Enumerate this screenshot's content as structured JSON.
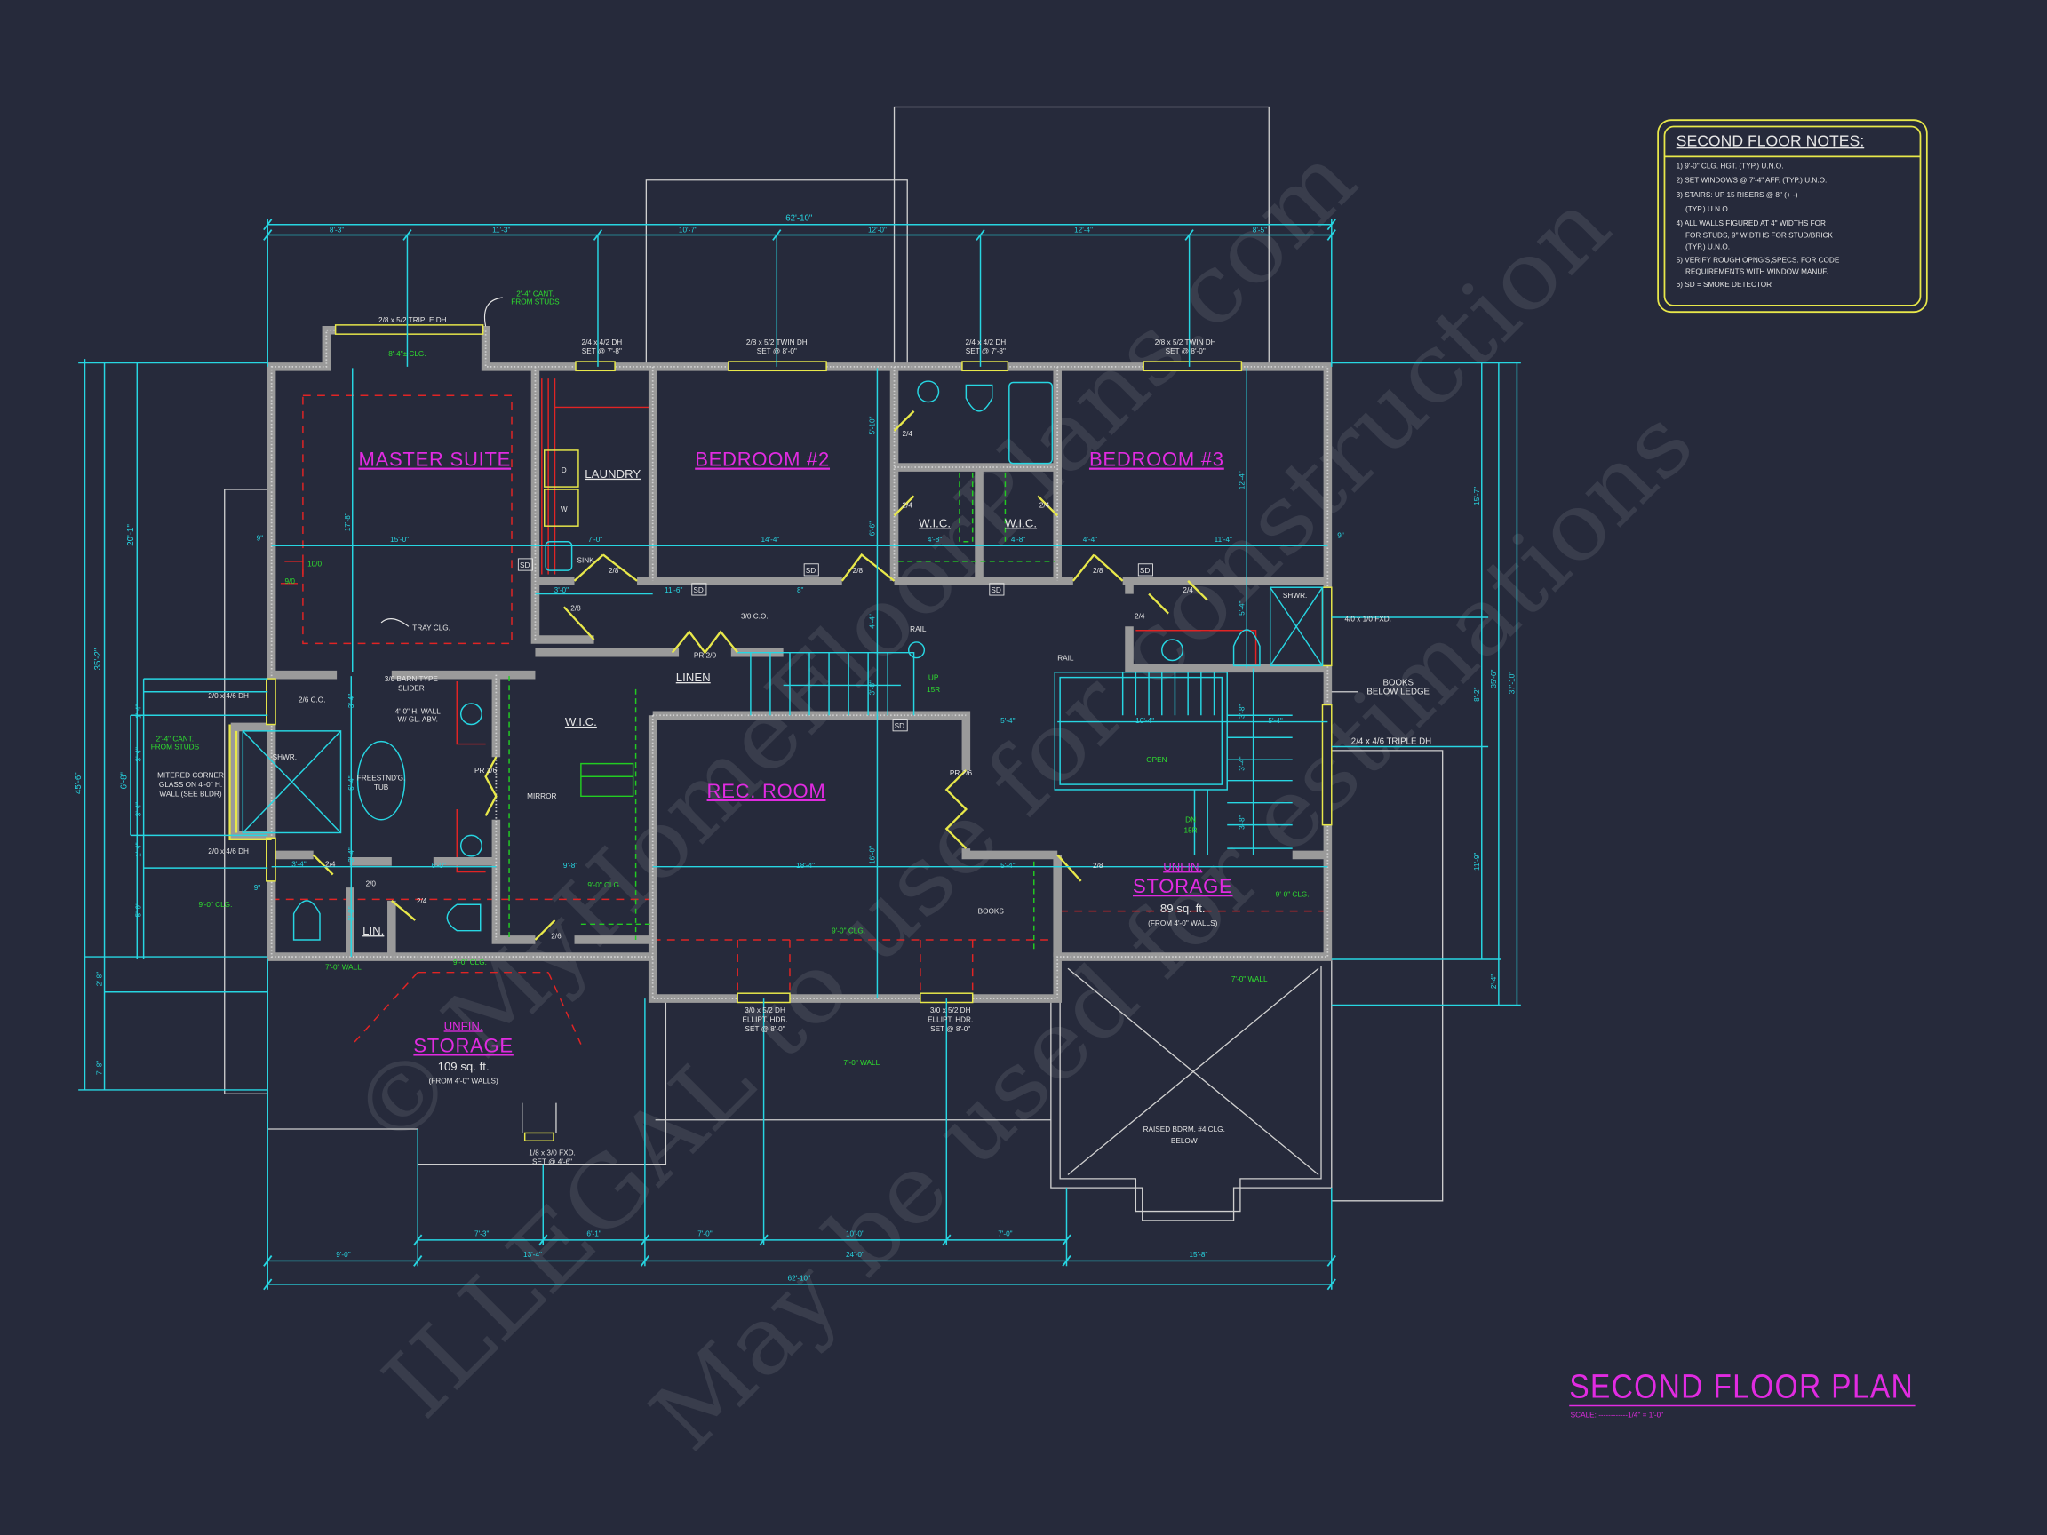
{
  "title": "SECOND FLOOR PLAN",
  "scale": "SCALE: ------------1/4\" = 1'-0\"",
  "notes": {
    "heading": "SECOND FLOOR NOTES:",
    "lines": [
      "1) 9'-0\"  CLG. HGT. (TYP.) U.N.O.",
      "2) SET WINDOWS @ 7'-4\" AFF. (TYP.) U.N.O.",
      "3) STAIRS: UP 15 RISERS @ 8\" (+ -)",
      "(TYP.) U.N.O.",
      "4) ALL WALLS FIGURED AT 4\" WIDTHS FOR",
      "FOR STUDS, 9\" WIDTHS FOR STUD/BRICK",
      "(TYP.) U.N.O.",
      "5) VERIFY ROUGH OPNG'S,SPECS. FOR CODE",
      "REQUIREMENTS WITH WINDOW MANUF.",
      "6) SD = SMOKE DETECTOR"
    ]
  },
  "rooms": {
    "master_suite": "MASTER SUITE",
    "laundry": "LAUNDRY",
    "bedroom2": "BEDROOM #2",
    "bedroom3": "BEDROOM #3",
    "wic_a": "W.I.C.",
    "wic_b": "W.I.C.",
    "wic_master": "W.I.C.",
    "linen": "LINEN",
    "rec_room": "REC. ROOM",
    "lin": "LIN.",
    "shower_master": "SHWR.",
    "shower_b3": "SHWR.",
    "storage_right": {
      "line1": "UNFIN.",
      "line2": "STORAGE",
      "area": "89 sq. ft.",
      "note": "(FROM 4'-0\" WALLS)"
    },
    "storage_left": {
      "line1": "UNFIN.",
      "line2": "STORAGE",
      "area": "109 sq. ft.",
      "note": "(FROM 4'-0\" WALLS)"
    }
  },
  "dimensions": {
    "top_overall": "62'-10\"",
    "top": [
      "8'-3\"",
      "11'-3\"",
      "10'-7\"",
      "12'-0\"",
      "12'-4\"",
      "8'-5\""
    ],
    "bottom_row1": [
      "7'-3\"",
      "6'-1\"",
      "7'-0\"",
      "10'-0\"",
      "7'-0\""
    ],
    "bottom_row2": [
      "9'-0\"",
      "13'-4\"",
      "24'-0\"",
      "15'-8\""
    ],
    "bottom_overall": "62'-10\"",
    "left": [
      "45'-6\"",
      "35'-2\"",
      "20'-1\"",
      "6'-8\"",
      "1'-4\"",
      "3'-4\"",
      "3'-4\"",
      "1'-4\"",
      "5'-9\"",
      "2'-8\"",
      "7'-8\""
    ],
    "right": [
      "15'-7\"",
      "8'-2\"",
      "11'-9\"",
      "35'-6\"",
      "2'-4\"",
      "37'-10\""
    ],
    "interior": [
      "15'-0\"",
      "7'-0\"",
      "14'-4\"",
      "4'-8\"",
      "4'-8\"",
      "4'-4\"",
      "11'-4\"",
      "9\"",
      "9\"",
      "3'-0\"",
      "11'-6\"",
      "8\"",
      "17'-8\"",
      "5'-10\"",
      "6'-6\"",
      "4'-4\"",
      "3'-8\"",
      "12'-4\"",
      "5'-4\"",
      "10'-4\"",
      "5'-4\"",
      "5'-4\"",
      "3'-8\"",
      "3'-4\"",
      "3'-8\"",
      "16'-0\"",
      "9'-8\"",
      "18'-4\"",
      "5'-4\"",
      "6'-0\"",
      "3'-4\"",
      "3'-4\"",
      "6'-4\"",
      "3'-4\"",
      "3'-0\"",
      "9\""
    ]
  },
  "windows": {
    "master_triple": "2/8 x 5/2 TRIPLE DH",
    "w1": [
      "2/4 x 4/2 DH",
      "SET @ 7'-8\""
    ],
    "w2": [
      "2/8 x 5/2 TWIN DH",
      "SET @ 8'-0\""
    ],
    "w3": [
      "2/4 x 4/2 DH",
      "SET @ 7'-8\""
    ],
    "w4": [
      "2/8 x 5/2 TWIN DH",
      "SET @ 8'-0\""
    ],
    "right_fixed": "4/0 x 1/0 FXD.",
    "right_triple": "2/4 x 4/6 TRIPLE DH",
    "left_dh_a": "2/0 x 4/6 DH",
    "left_dh_b": "2/0 x 4/6 DH",
    "bottom_a": [
      "3/0 x 5/2 DH",
      "ELLIPT. HDR.",
      "SET @ 8'-0\""
    ],
    "bottom_b": [
      "3/0 x 5/2 DH",
      "ELLIPT. HDR.",
      "SET @ 8'-0\""
    ],
    "storage_fixed": [
      "1/8 x 3/0 FXD.",
      "SET @ 4'-6\""
    ]
  },
  "green_notes": {
    "cant_top": [
      "2'-4\" CANT.",
      "FROM STUDS"
    ],
    "master_bay_clg": "8'-4\"± CLG.",
    "cant_left": [
      "2'-4\" CANT.",
      "FROM STUDS"
    ],
    "clg_a": "9'-0\" CLG.",
    "wall_a": "7'-0\" WALL",
    "clg_b": "9'-0\" CLG.",
    "clg_c": "9'-0\" CLG.",
    "clg_d": "9'-0\" CLG.",
    "clg_e": "9'-0\" CLG.",
    "wall_b": "7'-0\" WALL",
    "wall_c": "7'-0\" WALL",
    "open": "OPEN",
    "up": [
      "UP",
      "15R"
    ],
    "dn": [
      "DN",
      "15R"
    ],
    "win_10": "10/0",
    "win_9": "9/0"
  },
  "labels": {
    "dryer": "D",
    "washer": "W",
    "sink": "SINK",
    "tray": "TRAY CLG.",
    "barn": [
      "3/0 BARN TYPE",
      "SLIDER"
    ],
    "co_master": "2/6 C.O.",
    "half_wall": [
      "4'-0\" H. WALL",
      "W/ GL. ABV."
    ],
    "tub": [
      "FREESTND'G.",
      "TUB"
    ],
    "mitered": [
      "MITERED CORNER",
      "GLASS ON 4'-0\" H.",
      "WALL (SEE BLDR)"
    ],
    "co_hall": "3/0 C.O.",
    "pr_linen": "PR 2/0",
    "rail_a": "RAIL",
    "rail_b": "RAIL",
    "pr_master": "PR 1/6",
    "mirror": "MIRROR",
    "pr_rec": "PR 2/6",
    "books": "BOOKS",
    "books_ledge": [
      "BOOKS",
      "BELOW LEDGE"
    ],
    "raised": [
      "RAISED BDRM. #4 CLG.",
      "BELOW"
    ],
    "sd": [
      "SD",
      "SD",
      "SD",
      "SD",
      "SD",
      "SD"
    ]
  },
  "doors": [
    "2/8",
    "2/8",
    "2/8",
    "2/8",
    "2/8",
    "2/4",
    "2/4",
    "2/4",
    "2/4",
    "2/4",
    "2/4",
    "2/4",
    "2/0",
    "2/6"
  ],
  "watermark": [
    "© MyHomeFloorPlans.com",
    "ILLEGAL to use for construction",
    "May be used for estimations"
  ],
  "colors": {
    "background": "#262a3b",
    "dimension": "#27d6e2",
    "room_label": "#e12be1",
    "green_note": "#2ee02e",
    "window": "#e8e84a",
    "ceiling_line": "#e12424",
    "wall": "#9a9a9a"
  }
}
